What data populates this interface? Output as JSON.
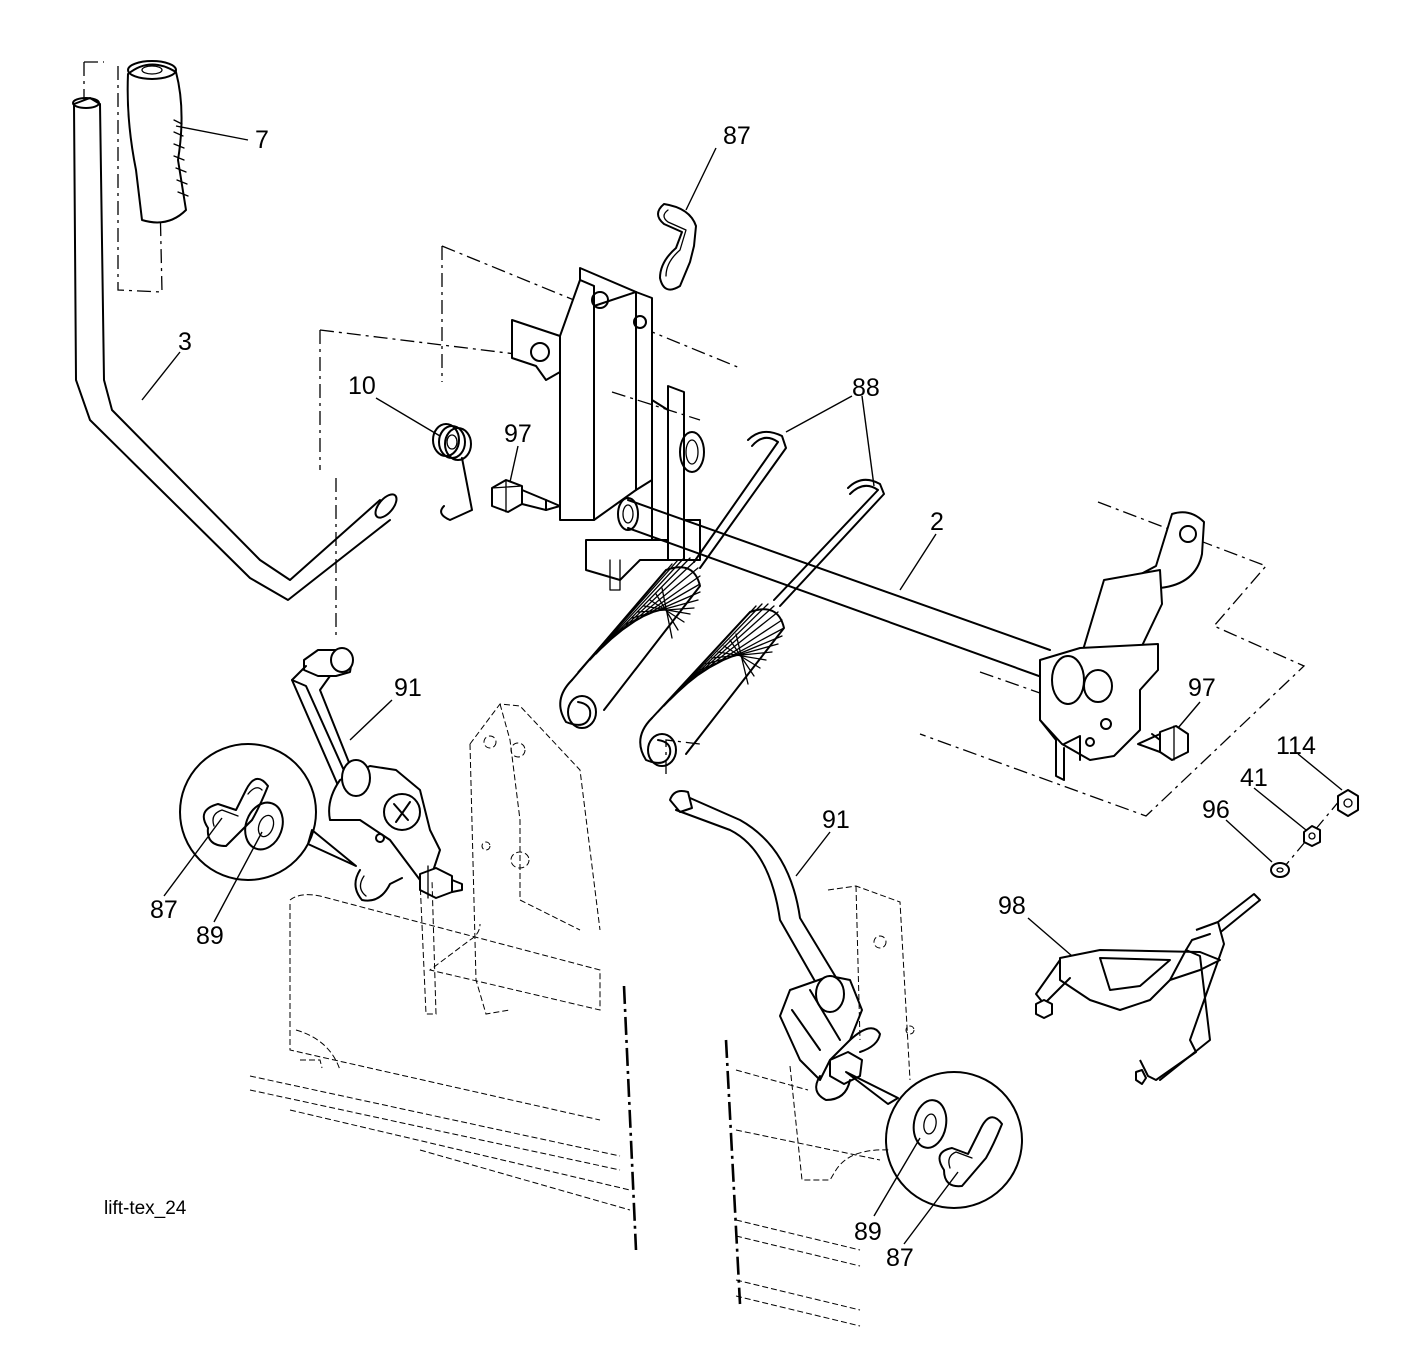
{
  "diagram": {
    "caption": "lift-tex_24",
    "callouts": {
      "c7": "7",
      "c87_top": "87",
      "c3": "3",
      "c10": "10",
      "c97_left": "97",
      "c88": "88",
      "c2": "2",
      "c97_right": "97",
      "c114": "114",
      "c41": "41",
      "c96": "96",
      "c91_left": "91",
      "c91_right": "91",
      "c87_left": "87",
      "c89_left": "89",
      "c98": "98",
      "c89_right": "89",
      "c87_right": "87"
    }
  }
}
